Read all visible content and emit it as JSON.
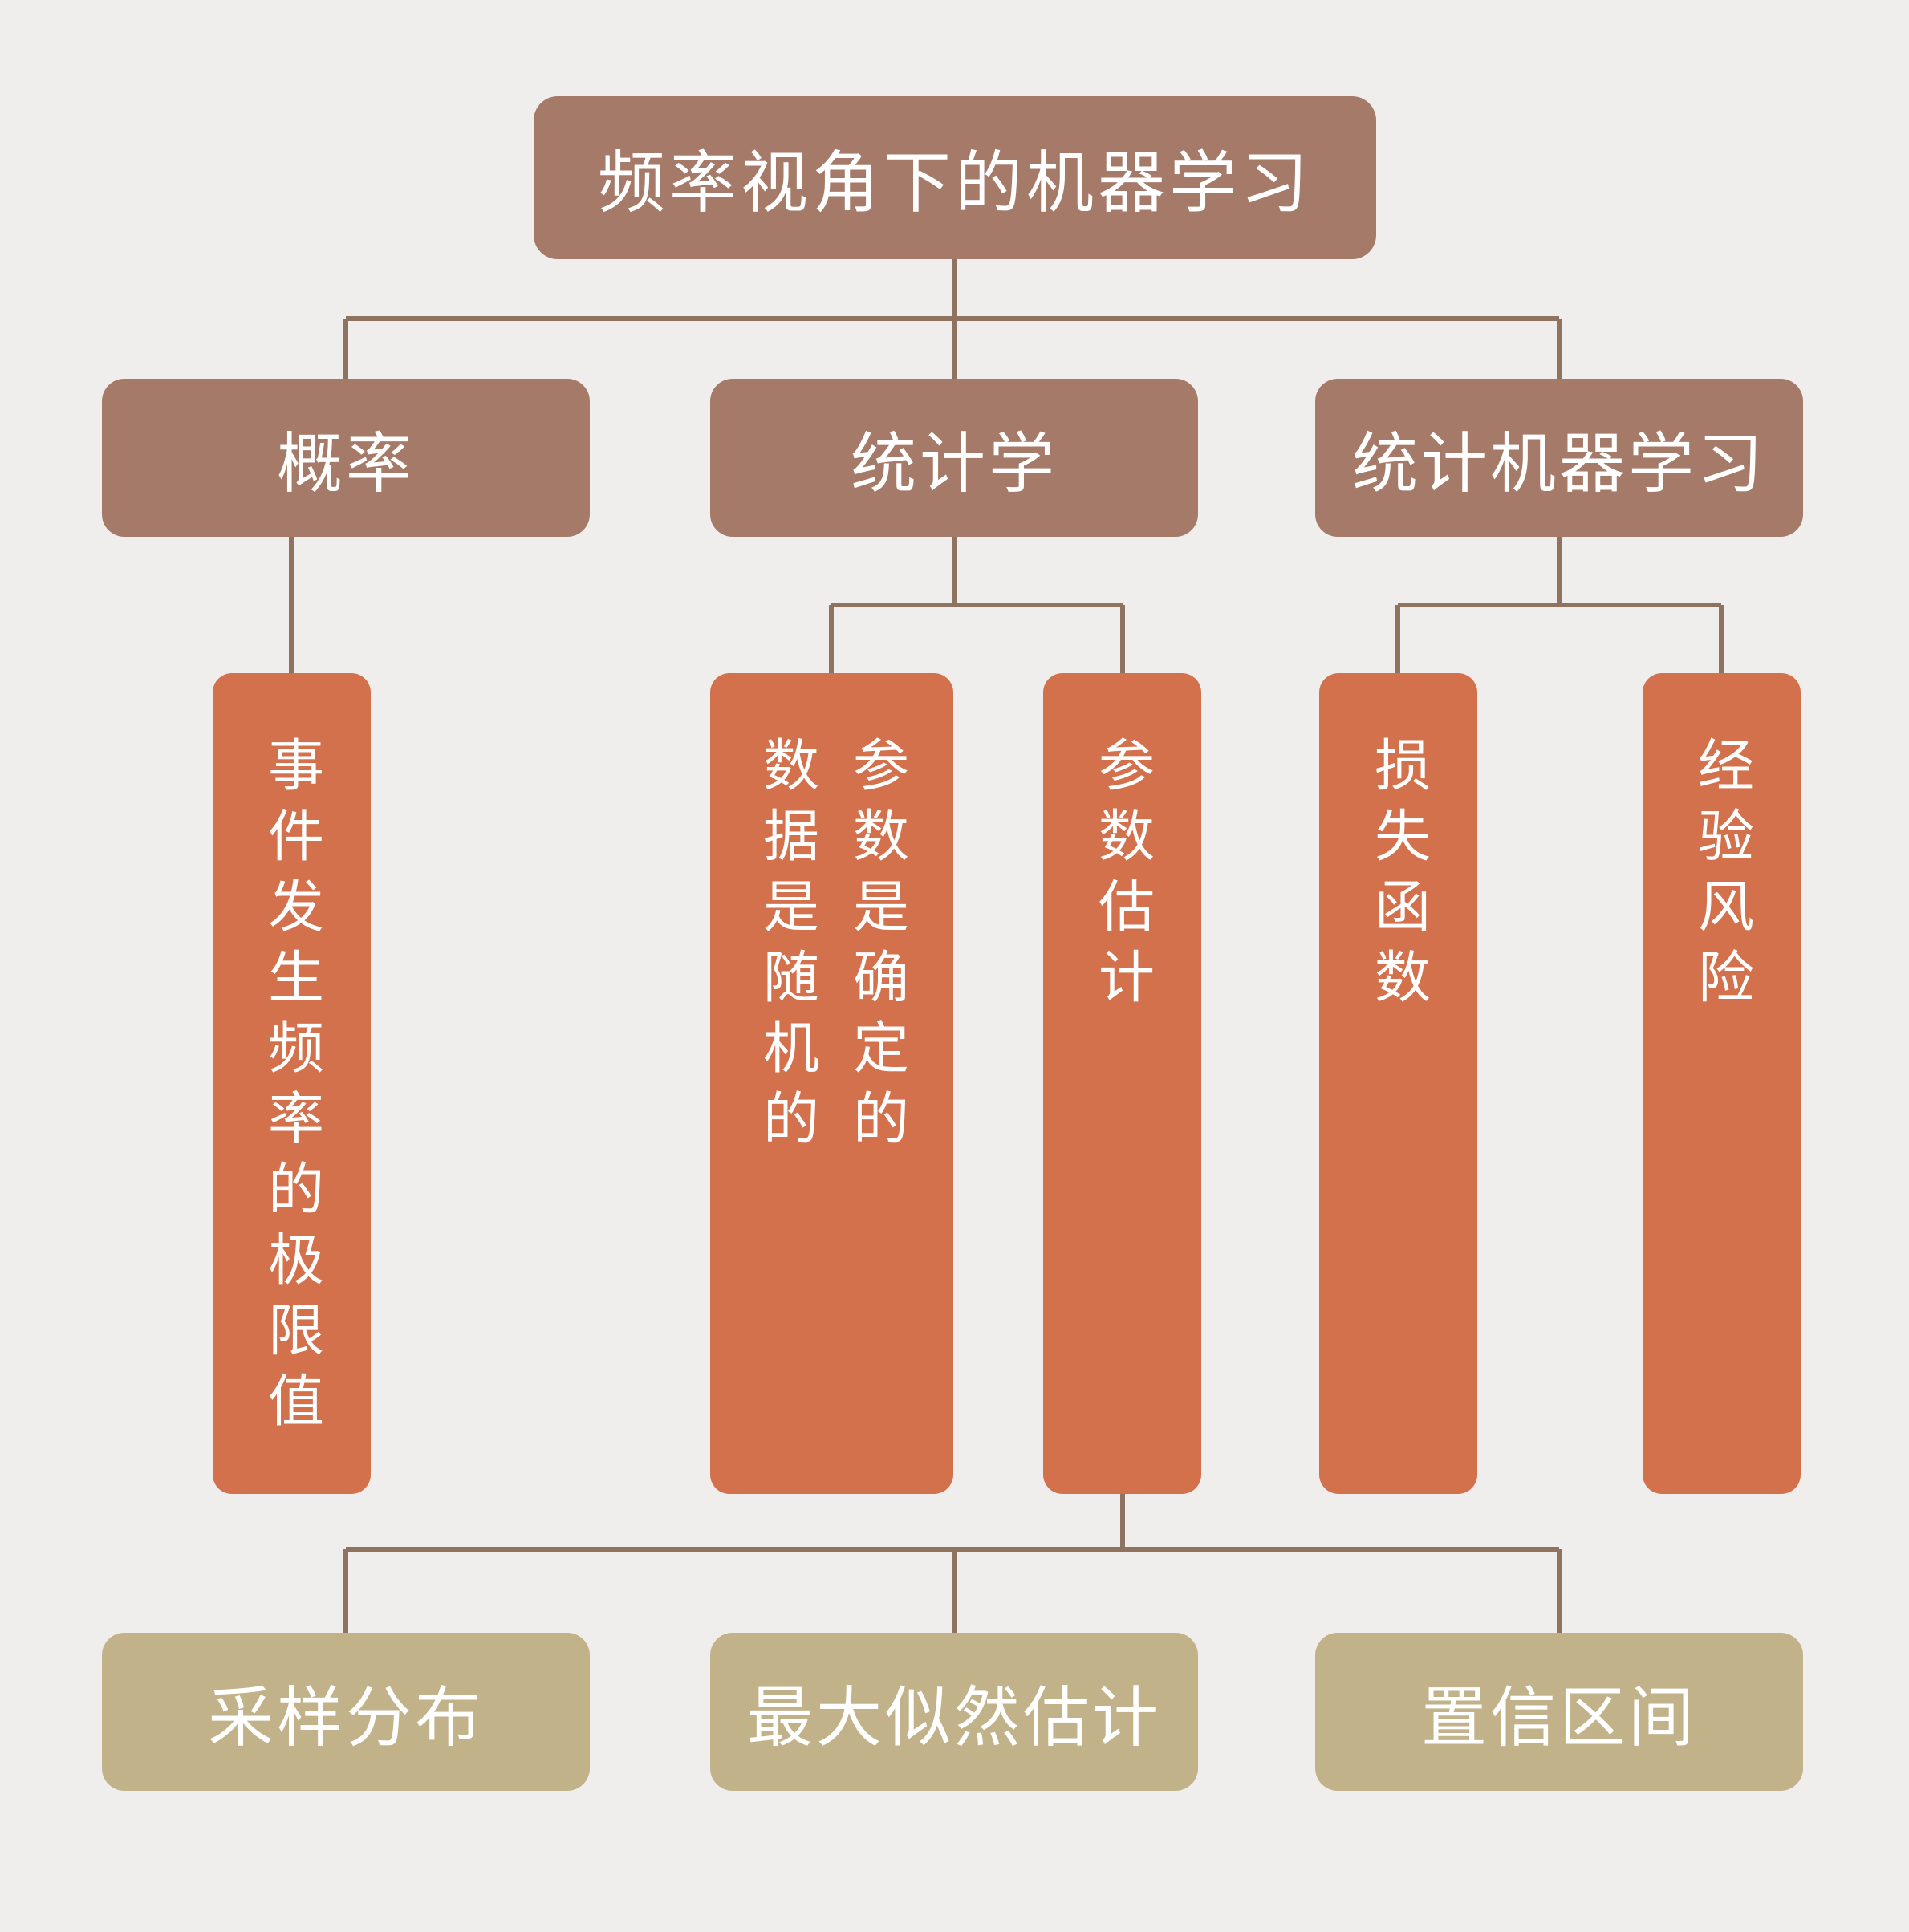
{
  "diagram": {
    "root": {
      "label": "频率视角下的机器学习"
    },
    "level1": [
      {
        "label": "概率"
      },
      {
        "label": "统计学"
      },
      {
        "label": "统计机器学习"
      }
    ],
    "level2": [
      {
        "label": "事件发生频率的极限值"
      },
      {
        "label": "参数是确定的\n数据是随机的"
      },
      {
        "label": "参数估计"
      },
      {
        "label": "损失函数"
      },
      {
        "label": "经验风险"
      }
    ],
    "level3": [
      {
        "label": "采样分布"
      },
      {
        "label": "最大似然估计"
      },
      {
        "label": "置信区间"
      }
    ],
    "colors": {
      "bg": "#efeeec",
      "node-brown": "#a57a68",
      "node-orange": "#d3714d",
      "node-tan": "#c2b28a",
      "line": "#8f7260",
      "text": "#ffffff"
    }
  }
}
